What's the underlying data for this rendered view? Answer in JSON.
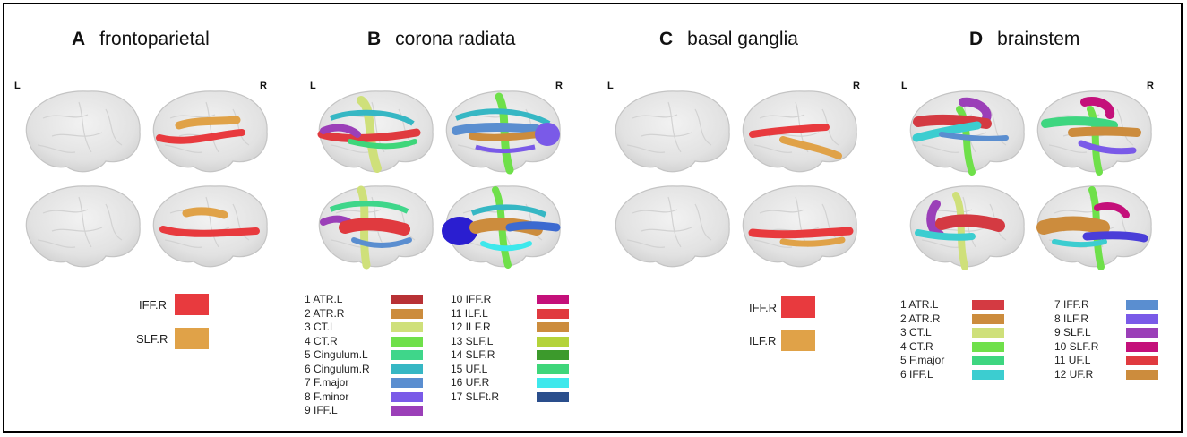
{
  "panels": [
    {
      "letter": "A",
      "title": "frontoparietal",
      "left_label": "L",
      "right_label": "R"
    },
    {
      "letter": "B",
      "title": "corona radiata",
      "left_label": "L",
      "right_label": "R"
    },
    {
      "letter": "C",
      "title": "basal ganglia",
      "left_label": "L",
      "right_label": "R"
    },
    {
      "letter": "D",
      "title": "brainstem",
      "left_label": "L",
      "right_label": "R"
    }
  ],
  "legend_a": [
    {
      "label": "IFF.R",
      "color": "#e83a3e"
    },
    {
      "label": "SLF.R",
      "color": "#e0a248"
    }
  ],
  "legend_c": [
    {
      "label": "IFF.R",
      "color": "#e83a3e"
    },
    {
      "label": "ILF.R",
      "color": "#e0a248"
    }
  ],
  "legend_b": [
    {
      "label": "1  ATR.L",
      "color": "#b83135"
    },
    {
      "label": "2  ATR.R",
      "color": "#cc8c3d"
    },
    {
      "label": "3  CT.L",
      "color": "#cfe07a"
    },
    {
      "label": "4  CT.R",
      "color": "#6fe04a"
    },
    {
      "label": "5  Cingulum.L",
      "color": "#3fd68a"
    },
    {
      "label": "6  Cingulum.R",
      "color": "#36b7c4"
    },
    {
      "label": "7  F.major",
      "color": "#5a8ed0"
    },
    {
      "label": "8  F.minor",
      "color": "#7a5ae8"
    },
    {
      "label": "9  IFF.L",
      "color": "#9b3fb8"
    },
    {
      "label": "10  IFF.R",
      "color": "#c4107a"
    },
    {
      "label": "11  ILF.L",
      "color": "#e03a3f"
    },
    {
      "label": "12  ILF.R",
      "color": "#cc8c3d"
    },
    {
      "label": "13  SLF.L",
      "color": "#b4d33a"
    },
    {
      "label": "14  SLF.R",
      "color": "#3c9a2c"
    },
    {
      "label": "15  UF.L",
      "color": "#3ed67a"
    },
    {
      "label": "16  UF.R",
      "color": "#3ee8ec"
    },
    {
      "label": "17  SLFt.R",
      "color": "#2a4e8c"
    }
  ],
  "legend_d": [
    {
      "label": "1  ATR.L",
      "color": "#d43a42"
    },
    {
      "label": "2  ATR.R",
      "color": "#cc8c3d"
    },
    {
      "label": "3  CT.L",
      "color": "#cfe07a"
    },
    {
      "label": "4  CT.R",
      "color": "#6fe04a"
    },
    {
      "label": "5  F.major",
      "color": "#3ed680"
    },
    {
      "label": "6  IFF.L",
      "color": "#3ccdd0"
    },
    {
      "label": "7  IFF.R",
      "color": "#5a8ed0"
    },
    {
      "label": "8  ILF.R",
      "color": "#7a5ae8"
    },
    {
      "label": "9  SLF.L",
      "color": "#9b3fb8"
    },
    {
      "label": "10  SLF.R",
      "color": "#c4107a"
    },
    {
      "label": "11  UF.L",
      "color": "#e03a3f"
    },
    {
      "label": "12  UF.R",
      "color": "#cc8c3d"
    }
  ]
}
